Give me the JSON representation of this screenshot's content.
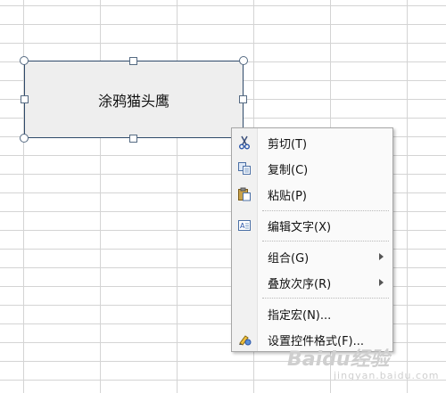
{
  "shape": {
    "text": "涂鸦猫头鹰"
  },
  "context_menu": {
    "items": [
      {
        "label": "剪切(T)",
        "icon": "scissors-icon",
        "submenu": false
      },
      {
        "label": "复制(C)",
        "icon": "copy-icon",
        "submenu": false
      },
      {
        "label": "粘贴(P)",
        "icon": "paste-icon",
        "submenu": false
      },
      {
        "label": "编辑文字(X)",
        "icon": "edit-text-icon",
        "submenu": false
      },
      {
        "label": "组合(G)",
        "icon": "",
        "submenu": true
      },
      {
        "label": "叠放次序(R)",
        "icon": "",
        "submenu": true
      },
      {
        "label": "指定宏(N)...",
        "icon": "",
        "submenu": false
      },
      {
        "label": "设置控件格式(F)...",
        "icon": "format-control-icon",
        "submenu": false
      }
    ]
  },
  "watermark": {
    "text": "Baidu经验",
    "subtext": "jingyan.baidu.com"
  },
  "colors": {
    "grid": "#d4d4d4",
    "shape_fill": "#eeeeee",
    "shape_border": "#2f4a6a",
    "menu_bg": "#fafafa"
  }
}
